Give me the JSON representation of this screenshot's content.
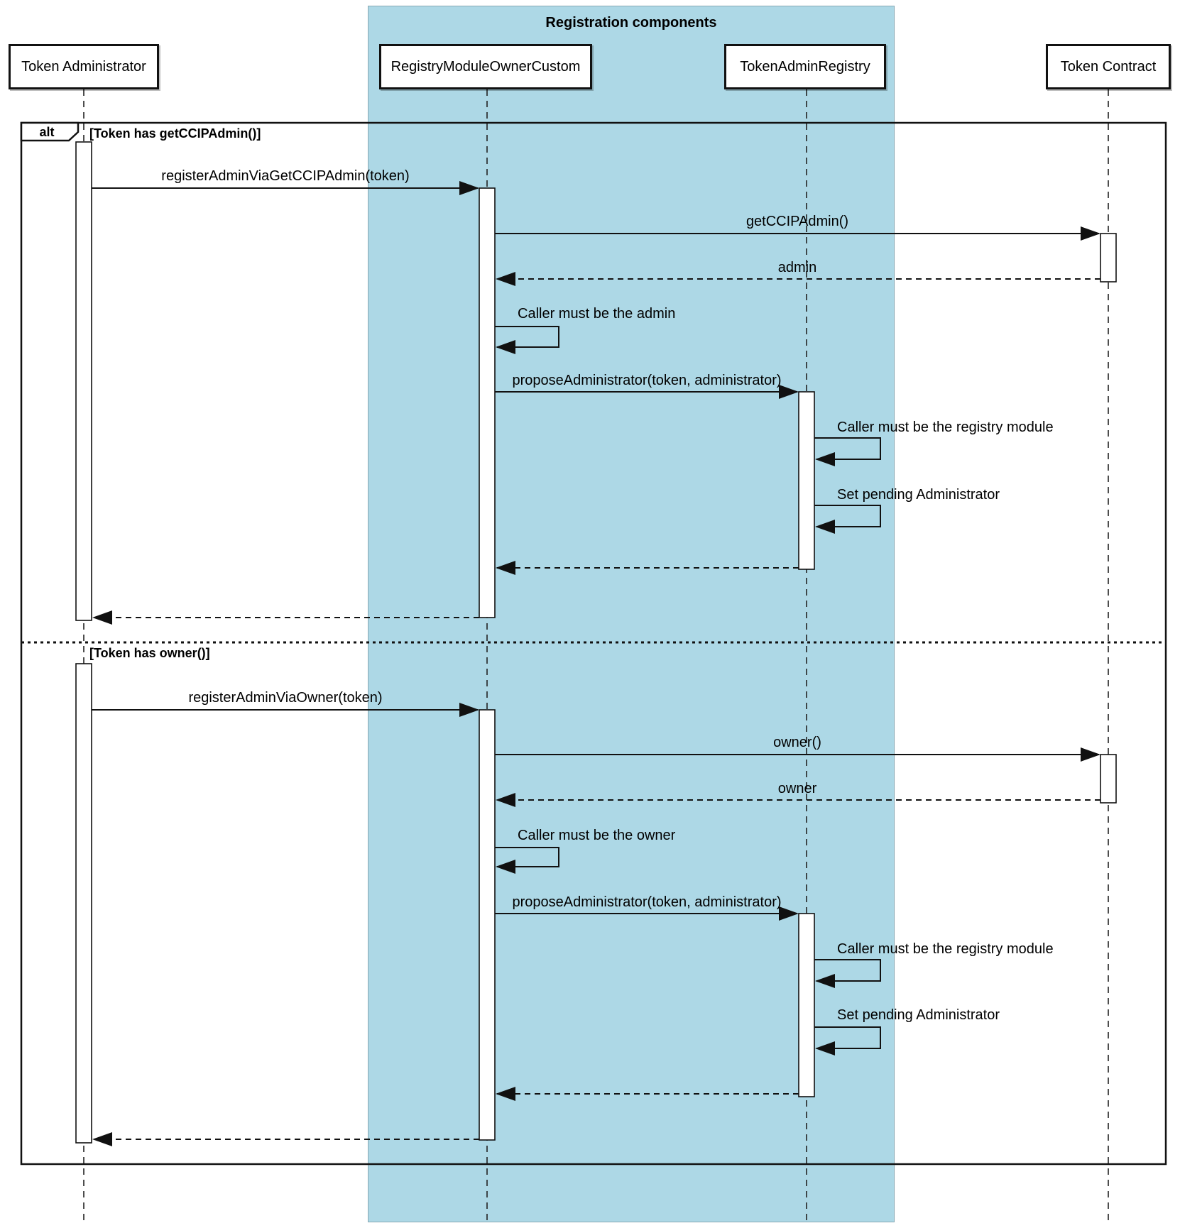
{
  "diagram": {
    "title": "Registration components",
    "participants": [
      {
        "id": "token-administrator",
        "label": "Token Administrator"
      },
      {
        "id": "registry-module-owner-custom",
        "label": "RegistryModuleOwnerCustom"
      },
      {
        "id": "token-admin-registry",
        "label": "TokenAdminRegistry"
      },
      {
        "id": "token-contract",
        "label": "Token Contract"
      }
    ],
    "frame": {
      "operator": "alt",
      "conditions": [
        "[Token has getCCIPAdmin()]",
        "[Token has owner()]"
      ]
    },
    "messages": {
      "register_via_getccipadmin": "registerAdminViaGetCCIPAdmin(token)",
      "get_ccip_admin": "getCCIPAdmin()",
      "admin_return": "admin",
      "caller_must_be_admin": "Caller must be the admin",
      "propose_administrator": "proposeAdministrator(token, administrator)",
      "caller_must_be_registry_module": "Caller must be the registry module",
      "set_pending_administrator": "Set pending Administrator",
      "register_via_owner": "registerAdminViaOwner(token)",
      "owner_call": "owner()",
      "owner_return": "owner",
      "caller_must_be_owner": "Caller must be the owner"
    }
  },
  "colors": {
    "group_fill": "#ADD8E6",
    "line_color": "#1a1a1a",
    "participant_fill": "#ffffff"
  }
}
